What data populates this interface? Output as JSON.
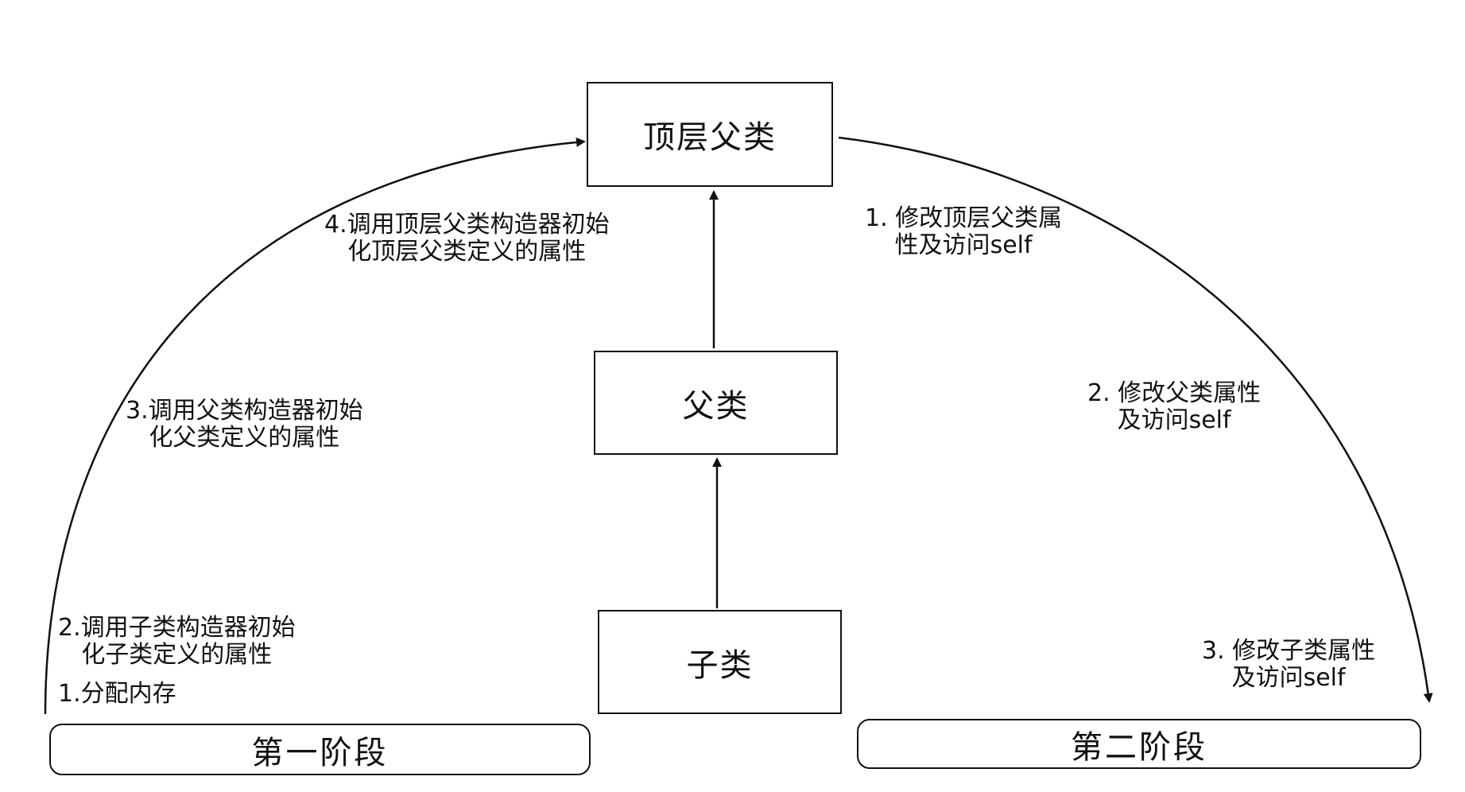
{
  "diagram": {
    "nodes": {
      "top_parent": "顶层父类",
      "parent": "父类",
      "child": "子类"
    },
    "phases": {
      "phase_one": "第一阶段",
      "phase_two": "第二阶段"
    },
    "phase_one_steps": {
      "step1": "1.分配内存",
      "step2": [
        "2.调用子类构造器初始",
        "化子类定义的属性"
      ],
      "step3": [
        "3.调用父类构造器初始",
        "化父类定义的属性"
      ],
      "step4": [
        "4.调用顶层父类构造器初始",
        "化顶层父类定义的属性"
      ]
    },
    "phase_two_steps": {
      "step1": [
        "1. 修改顶层父类属",
        "性及访问self"
      ],
      "step2": [
        "2. 修改父类属性",
        "及访问self"
      ],
      "step3": [
        "3. 修改子类属性",
        "及访问self"
      ]
    }
  }
}
